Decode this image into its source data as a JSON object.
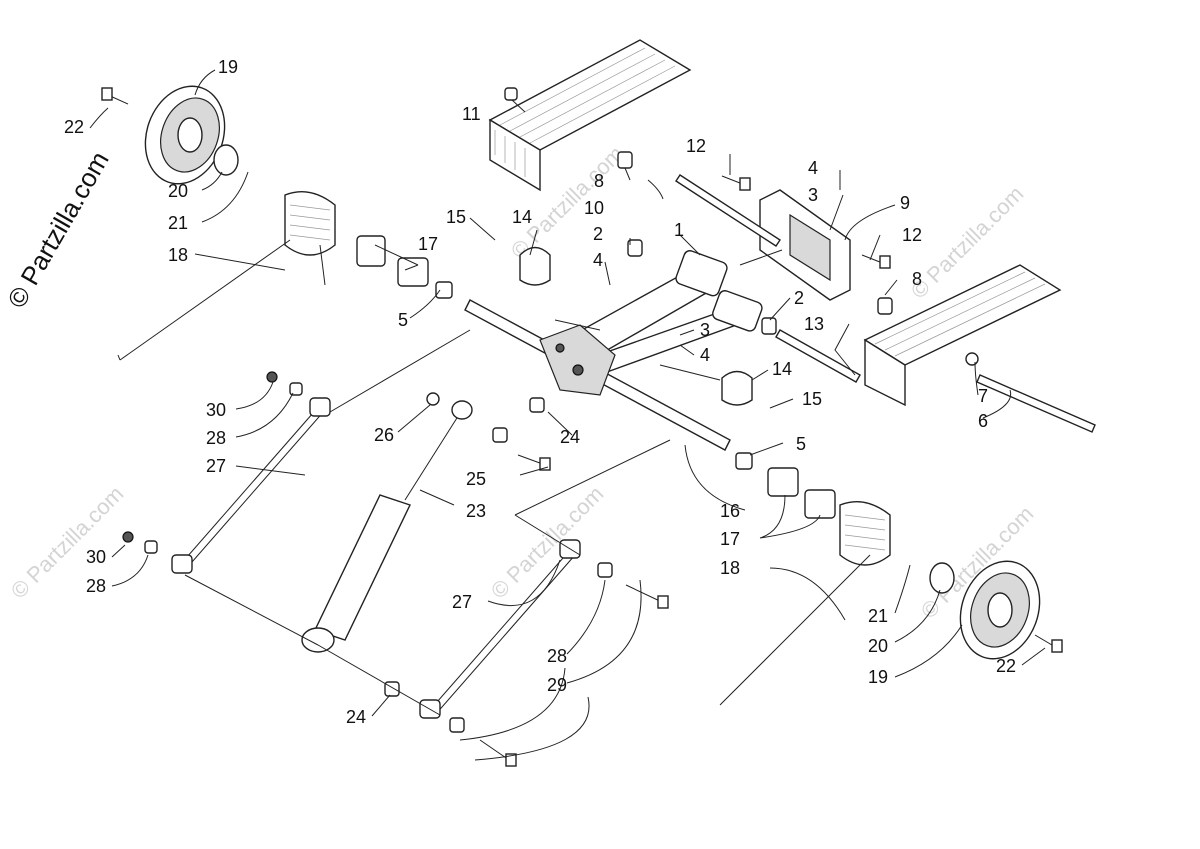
{
  "watermark": {
    "main": "© Partzilla.com",
    "faint": "© Partzilla.com"
  },
  "callouts": {
    "c1": "1",
    "c2a": "2",
    "c2b": "2",
    "c3a": "3",
    "c3b": "3",
    "c4a": "4",
    "c4b": "4",
    "c4c": "4",
    "c5a": "5",
    "c5b": "5",
    "c6": "6",
    "c7": "7",
    "c8a": "8",
    "c8b": "8",
    "c9": "9",
    "c10": "10",
    "c11": "11",
    "c12a": "12",
    "c12b": "12",
    "c13": "13",
    "c14a": "14",
    "c14b": "14",
    "c15a": "15",
    "c15b": "15",
    "c16": "16",
    "c17a": "17",
    "c17b": "17",
    "c18a": "18",
    "c18b": "18",
    "c19a": "19",
    "c19b": "19",
    "c20a": "20",
    "c20b": "20",
    "c21a": "21",
    "c21b": "21",
    "c22a": "22",
    "c22b": "22",
    "c23": "23",
    "c24a": "24",
    "c24b": "24",
    "c25": "25",
    "c26": "26",
    "c27a": "27",
    "c27b": "27",
    "c28a": "28",
    "c28b": "28",
    "c28c": "28",
    "c29": "29",
    "c30a": "30",
    "c30b": "30"
  }
}
